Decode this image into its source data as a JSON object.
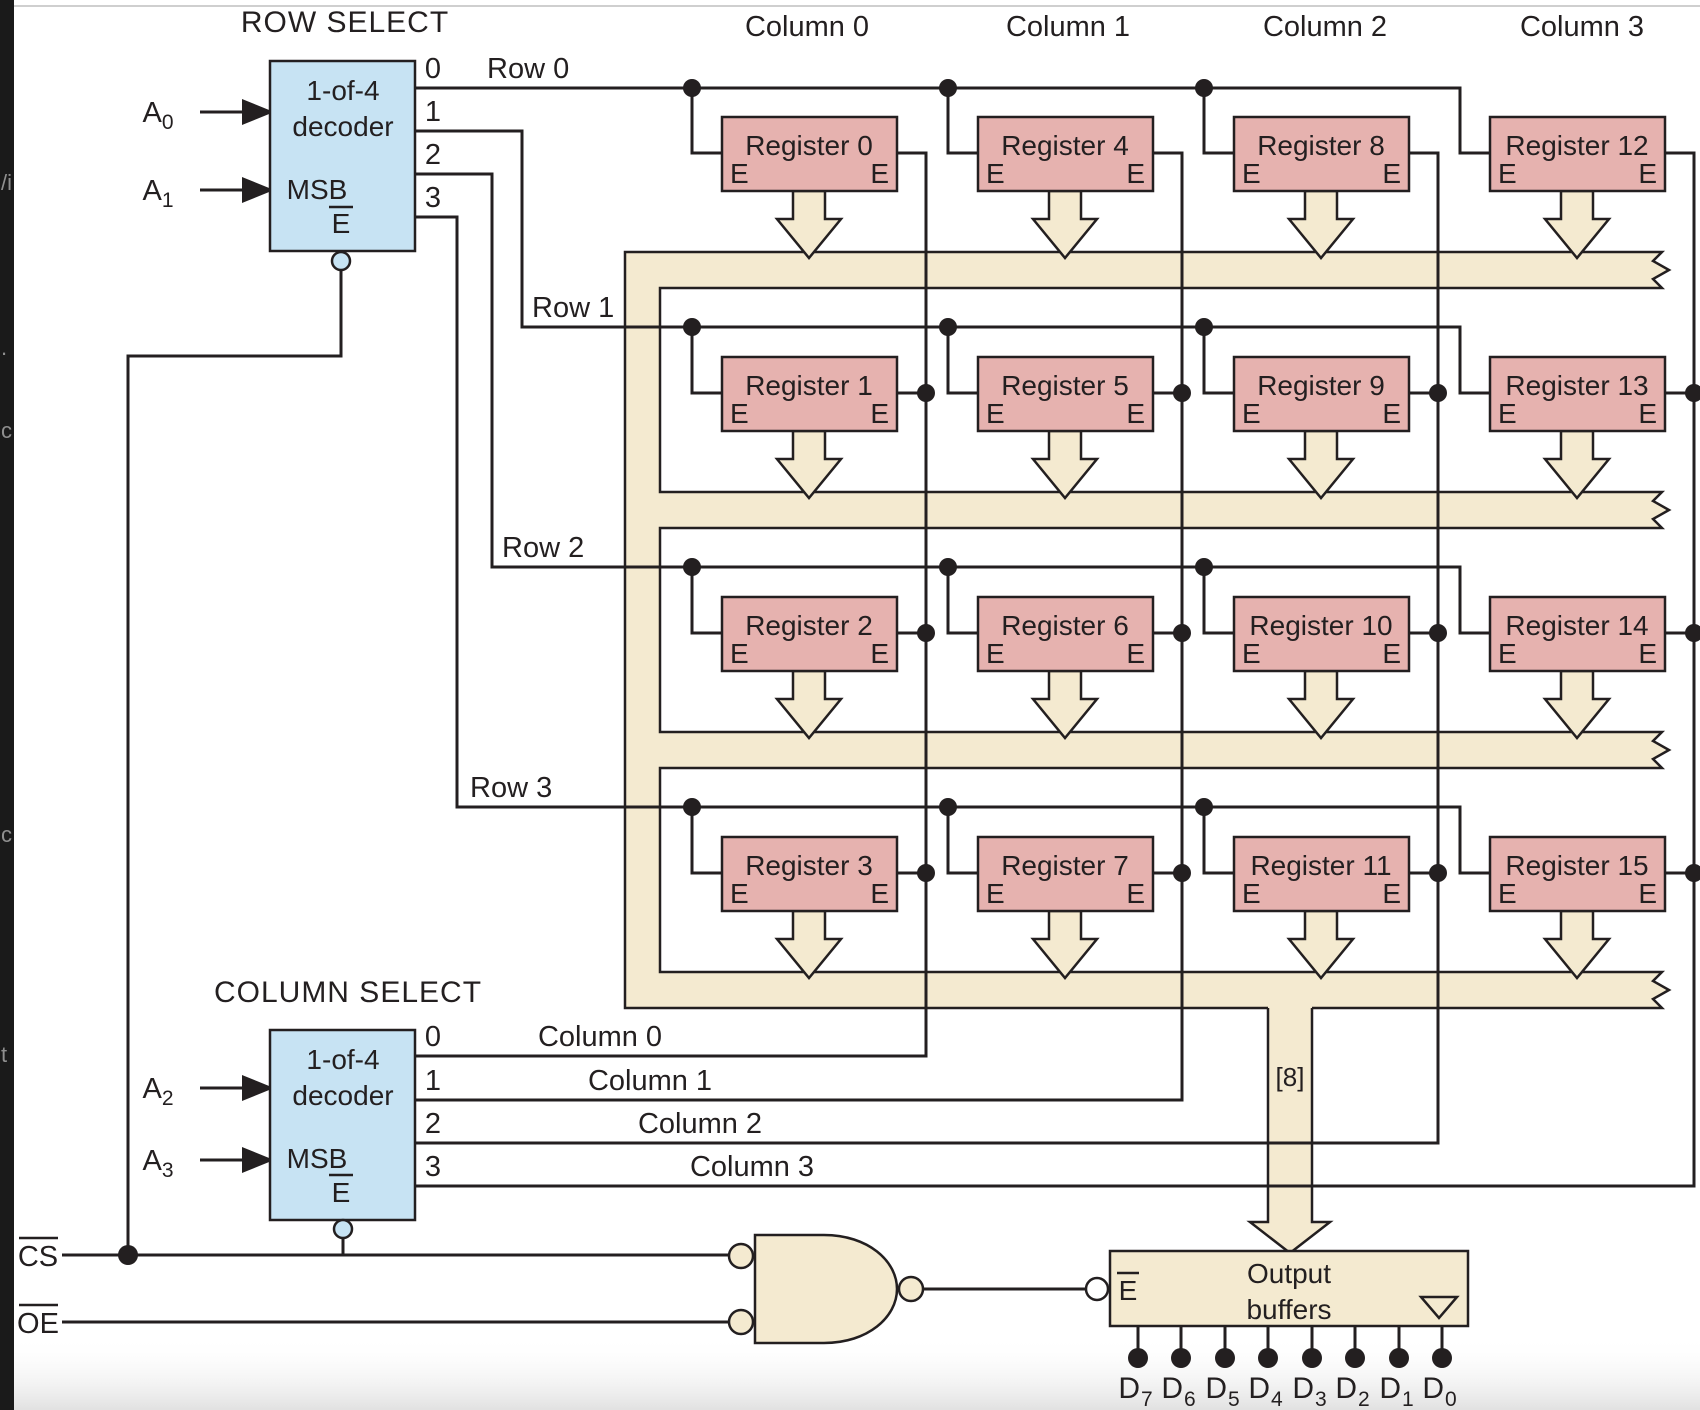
{
  "diagram": {
    "row_select_title": "ROW SELECT",
    "column_select_title": "COLUMN SELECT",
    "decoder_name_line1": "1-of-4",
    "decoder_name_line2": "decoder",
    "msb_label": "MSB",
    "enable_label": "E",
    "decoder_output_labels": [
      "0",
      "1",
      "2",
      "3"
    ],
    "address_inputs": [
      {
        "base": "A",
        "sub": "0"
      },
      {
        "base": "A",
        "sub": "1"
      },
      {
        "base": "A",
        "sub": "2"
      },
      {
        "base": "A",
        "sub": "3"
      }
    ],
    "column_headers": [
      "Column 0",
      "Column 1",
      "Column 2",
      "Column 3"
    ],
    "row_line_labels": [
      "Row 0",
      "Row 1",
      "Row 2",
      "Row 3"
    ],
    "column_line_labels": [
      "Column 0",
      "Column 1",
      "Column 2",
      "Column 3"
    ],
    "registers": [
      {
        "label": "Register 0"
      },
      {
        "label": "Register 1"
      },
      {
        "label": "Register 2"
      },
      {
        "label": "Register 3"
      },
      {
        "label": "Register 4"
      },
      {
        "label": "Register 5"
      },
      {
        "label": "Register 6"
      },
      {
        "label": "Register 7"
      },
      {
        "label": "Register 8"
      },
      {
        "label": "Register 9"
      },
      {
        "label": "Register 10"
      },
      {
        "label": "Register 11"
      },
      {
        "label": "Register 12"
      },
      {
        "label": "Register 13"
      },
      {
        "label": "Register 14"
      },
      {
        "label": "Register 15"
      }
    ],
    "bus_width_label": "[8]",
    "control_inputs": [
      {
        "label": "CS"
      },
      {
        "label": "OE"
      }
    ],
    "output_buffers": {
      "enable": "E",
      "line1": "Output",
      "line2": "buffers"
    },
    "data_outputs": [
      {
        "base": "D",
        "sub": "7"
      },
      {
        "base": "D",
        "sub": "6"
      },
      {
        "base": "D",
        "sub": "5"
      },
      {
        "base": "D",
        "sub": "4"
      },
      {
        "base": "D",
        "sub": "3"
      },
      {
        "base": "D",
        "sub": "2"
      },
      {
        "base": "D",
        "sub": "1"
      },
      {
        "base": "D",
        "sub": "0"
      }
    ],
    "colors": {
      "register_fill": "#e6b2af",
      "decoder_fill": "#c7e3f3",
      "bus_fill": "#f4ead0",
      "line": "#231f20",
      "background": "#ffffff",
      "page_edge_strip": "#1a1a1a"
    }
  }
}
